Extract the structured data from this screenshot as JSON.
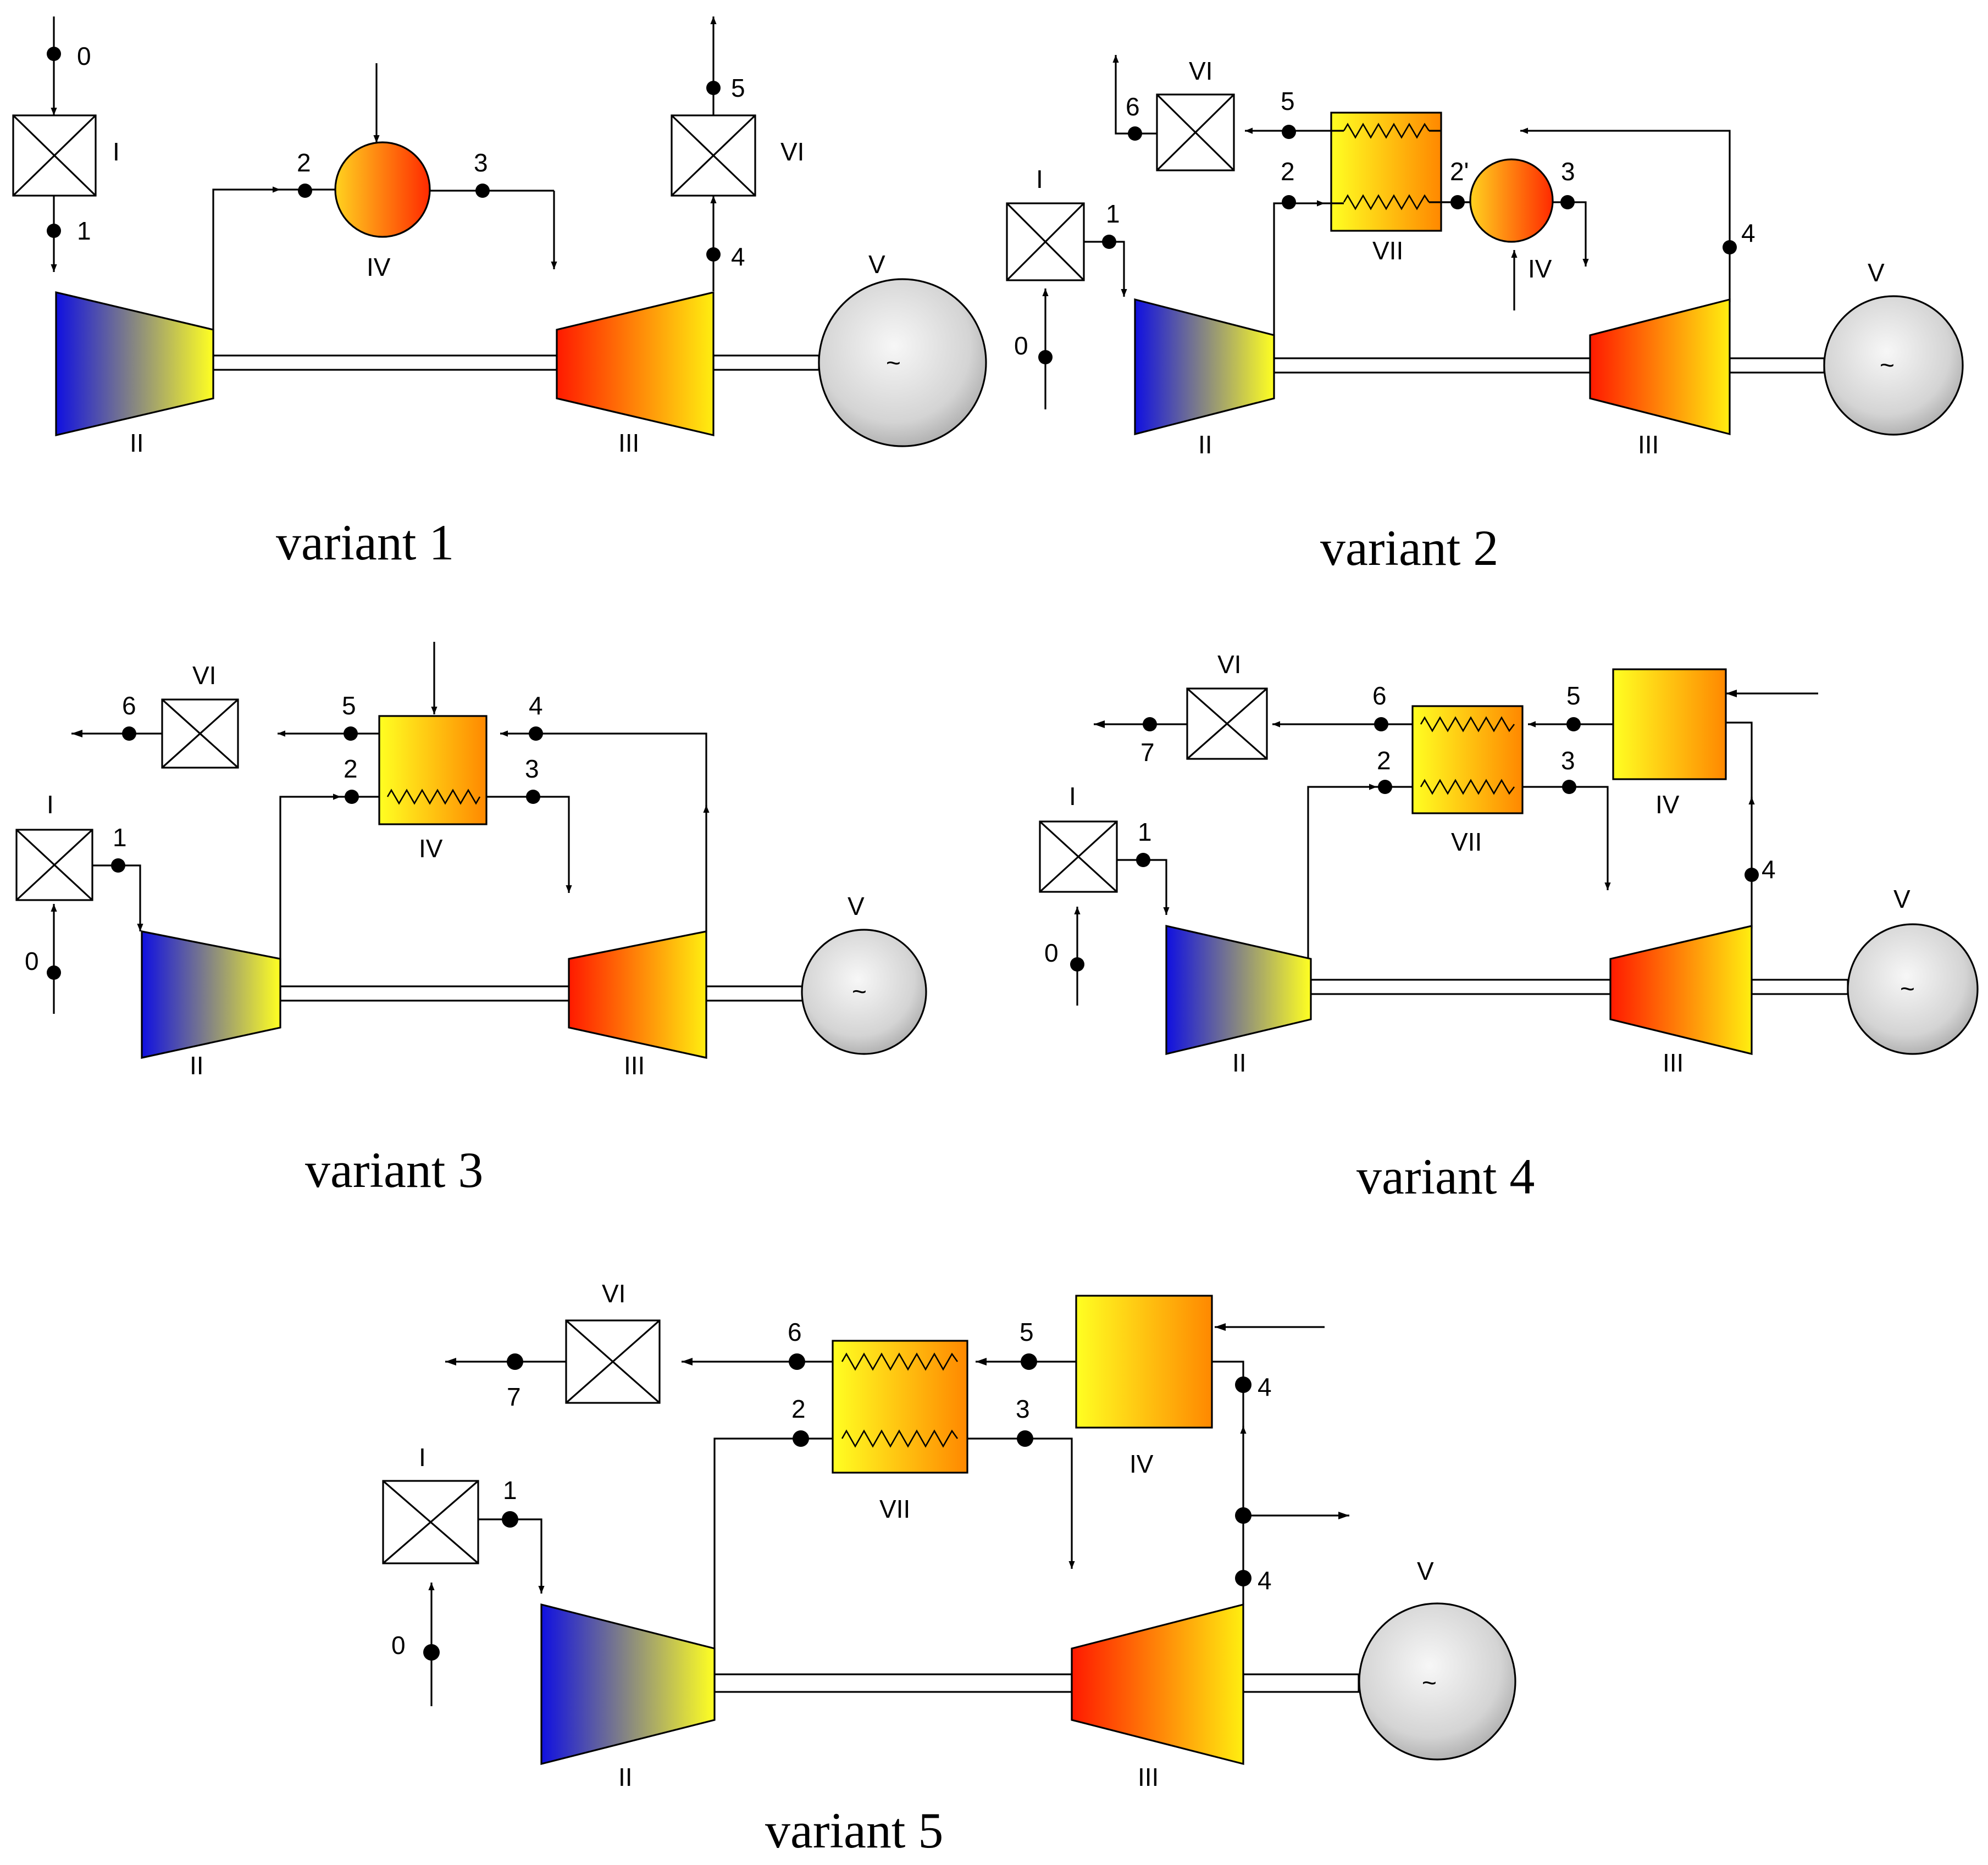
{
  "variants": {
    "v1": {
      "caption": "variant 1",
      "states": [
        "0",
        "1",
        "2",
        "3",
        "4",
        "5"
      ],
      "components": {
        "filter_in": "I",
        "compressor": "II",
        "turbine": "III",
        "heater": "IV",
        "generator": "V",
        "filter_out": "VI"
      }
    },
    "v2": {
      "caption": "variant 2",
      "states": [
        "0",
        "1",
        "2",
        "2'",
        "3",
        "4",
        "5",
        "6"
      ],
      "components": {
        "filter_in": "I",
        "compressor": "II",
        "turbine": "III",
        "heater": "IV",
        "generator": "V",
        "filter_out": "VI",
        "recuperator": "VII"
      }
    },
    "v3": {
      "caption": "variant 3",
      "states": [
        "0",
        "1",
        "2",
        "3",
        "4",
        "5",
        "6"
      ],
      "components": {
        "filter_in": "I",
        "compressor": "II",
        "turbine": "III",
        "heater": "IV",
        "generator": "V",
        "filter_out": "VI"
      }
    },
    "v4": {
      "caption": "variant 4",
      "states": [
        "0",
        "1",
        "2",
        "3",
        "4",
        "5",
        "6",
        "7"
      ],
      "components": {
        "filter_in": "I",
        "compressor": "II",
        "turbine": "III",
        "heater": "IV",
        "generator": "V",
        "filter_out": "VI",
        "recuperator": "VII"
      }
    },
    "v5": {
      "caption": "variant 5",
      "states": [
        "0",
        "1",
        "2",
        "3",
        "4",
        "4b",
        "5",
        "6",
        "7"
      ],
      "state_labels": {
        "4b": "4"
      },
      "components": {
        "filter_in": "I",
        "compressor": "II",
        "turbine": "III",
        "heater": "IV",
        "generator": "V",
        "filter_out": "VI",
        "recuperator": "VII"
      }
    }
  },
  "generator_symbol": "~",
  "colors": {
    "compressor_gradient": [
      "#1010e0",
      "#ffff22"
    ],
    "turbine_gradient": [
      "#ff1a00",
      "#ffee10"
    ],
    "heater_sphere": [
      "#ffd21f",
      "#ff2a00"
    ],
    "heater_box": [
      "#ffff22",
      "#ff8800"
    ],
    "generator_fill": "#bdbdbd",
    "line": "#000000"
  },
  "icons": {
    "filter": "filter-box-icon",
    "coil": "heat-exchange-coil-icon",
    "generator": "generator-icon",
    "arrow": "flow-arrow-icon"
  }
}
